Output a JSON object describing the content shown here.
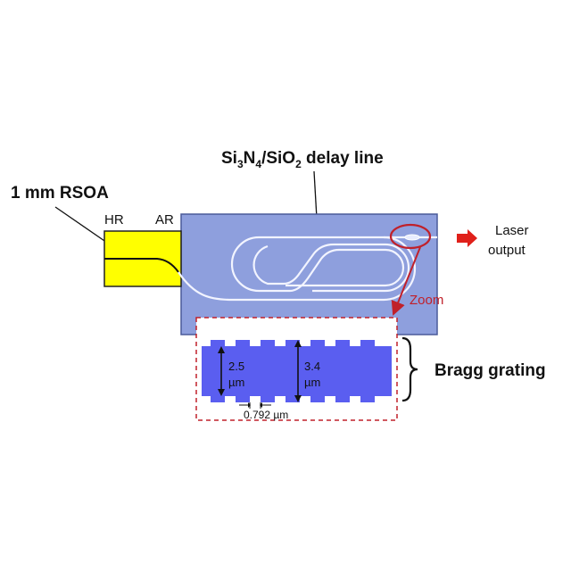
{
  "labels": {
    "rsoa": "1 mm RSOA",
    "hr": "HR",
    "ar": "AR",
    "delay_line_parts": [
      "Si",
      "3",
      "N",
      "4",
      "/SiO",
      "2",
      " delay line"
    ],
    "laser_line1": "Laser",
    "laser_line2": "output",
    "zoom": "Zoom",
    "bragg": "Bragg grating",
    "dim_narrow_value": "2.5",
    "dim_narrow_unit": "µm",
    "dim_wide_value": "3.4",
    "dim_wide_unit": "µm",
    "period": "0.792 µm"
  },
  "colors": {
    "rsoa_fill": "#ffff00",
    "chip_fill": "#8e9fdd",
    "waveguide": "#f2f4ff",
    "grating_fill": "#5a5ef0",
    "zoom_red": "#c0202a",
    "arrow_red": "#e0201a"
  }
}
